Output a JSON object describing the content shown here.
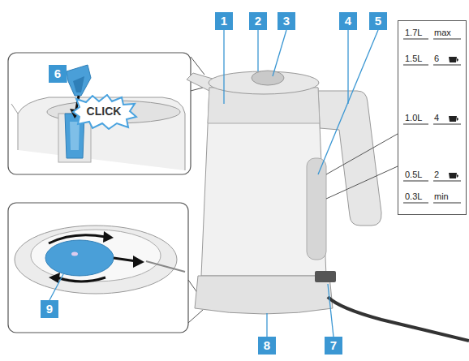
{
  "diagram": {
    "nodes": [
      {
        "text": [
          "1.7L",
          "max",
          "1.5L",
          "6",
          "1.0L",
          "4",
          "0.5L",
          "2",
          "0.3L",
          "min"
        ]
      },
      {
        "text": [
          "CLICK"
        ]
      }
    ],
    "labels": [
      "1",
      "2",
      "3",
      "4",
      "5",
      "6",
      "7",
      "8",
      "9"
    ]
  }
}
